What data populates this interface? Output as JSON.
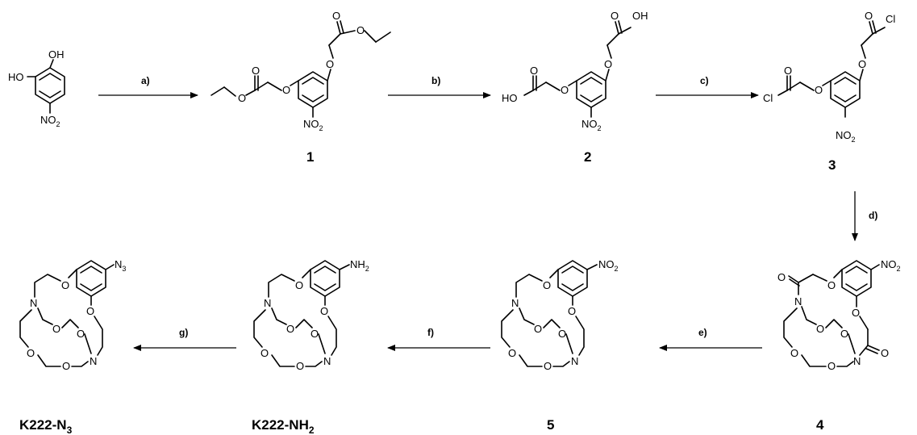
{
  "steps": {
    "a": "a)",
    "b": "b)",
    "c": "c)",
    "d": "d)",
    "e": "e)",
    "f": "f)",
    "g": "g)"
  },
  "compounds": {
    "c1": "1",
    "c2": "2",
    "c3": "3",
    "c4": "4",
    "c5": "5",
    "k222_nh2": {
      "base": "K222-NH",
      "sub": "2"
    },
    "k222_n3": {
      "base": "K222-N",
      "sub": "3"
    }
  },
  "atoms": {
    "oh": "OH",
    "ho": "HO",
    "no": "NO",
    "two": "2",
    "three": "3",
    "o": "O",
    "cl": "Cl",
    "n": "N",
    "nh": "NH",
    "ho_acid": "HO"
  }
}
